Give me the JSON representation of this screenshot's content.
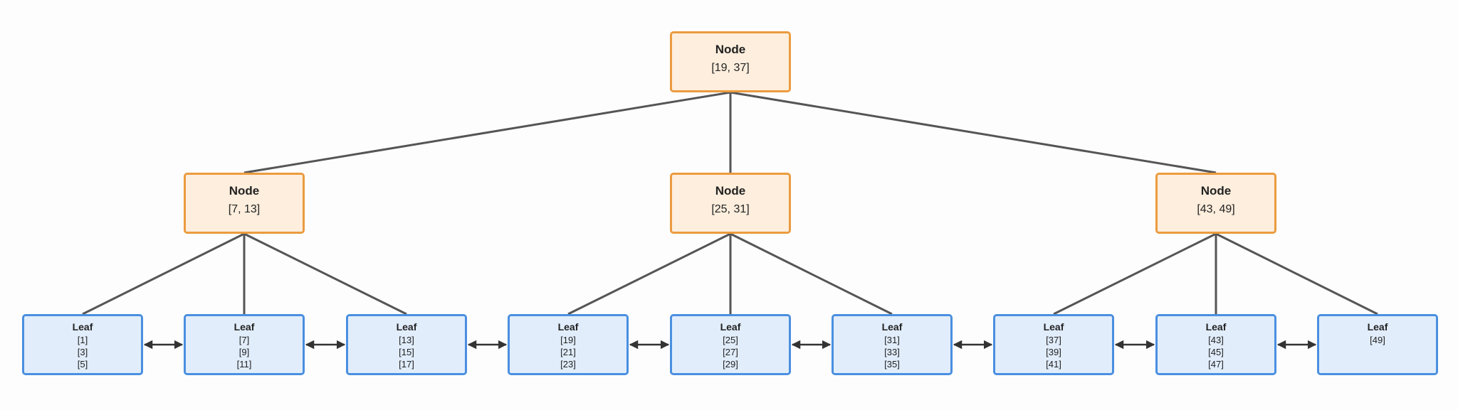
{
  "tree": {
    "levels": [
      {
        "kind": "internal",
        "nodes": [
          {
            "title": "Node",
            "keys": "[19, 37]"
          }
        ]
      },
      {
        "kind": "internal",
        "nodes": [
          {
            "title": "Node",
            "keys": "[7, 13]"
          },
          {
            "title": "Node",
            "keys": "[25, 31]"
          },
          {
            "title": "Node",
            "keys": "[43, 49]"
          }
        ]
      },
      {
        "kind": "leaf",
        "nodes": [
          {
            "title": "Leaf",
            "keys": [
              "[1]",
              "[3]",
              "[5]"
            ]
          },
          {
            "title": "Leaf",
            "keys": [
              "[7]",
              "[9]",
              "[11]"
            ]
          },
          {
            "title": "Leaf",
            "keys": [
              "[13]",
              "[15]",
              "[17]"
            ]
          },
          {
            "title": "Leaf",
            "keys": [
              "[19]",
              "[21]",
              "[23]"
            ]
          },
          {
            "title": "Leaf",
            "keys": [
              "[25]",
              "[27]",
              "[29]"
            ]
          },
          {
            "title": "Leaf",
            "keys": [
              "[31]",
              "[33]",
              "[35]"
            ]
          },
          {
            "title": "Leaf",
            "keys": [
              "[37]",
              "[39]",
              "[41]"
            ]
          },
          {
            "title": "Leaf",
            "keys": [
              "[43]",
              "[45]",
              "[47]"
            ]
          },
          {
            "title": "Leaf",
            "keys": [
              "[49]"
            ]
          }
        ]
      }
    ]
  },
  "colors": {
    "internal_fill": "#fdeedd",
    "internal_border": "#eb9b3f",
    "leaf_fill": "#e1edfb",
    "leaf_border": "#4a8fe0",
    "edge": "#555555",
    "link_arrow": "#333333"
  }
}
